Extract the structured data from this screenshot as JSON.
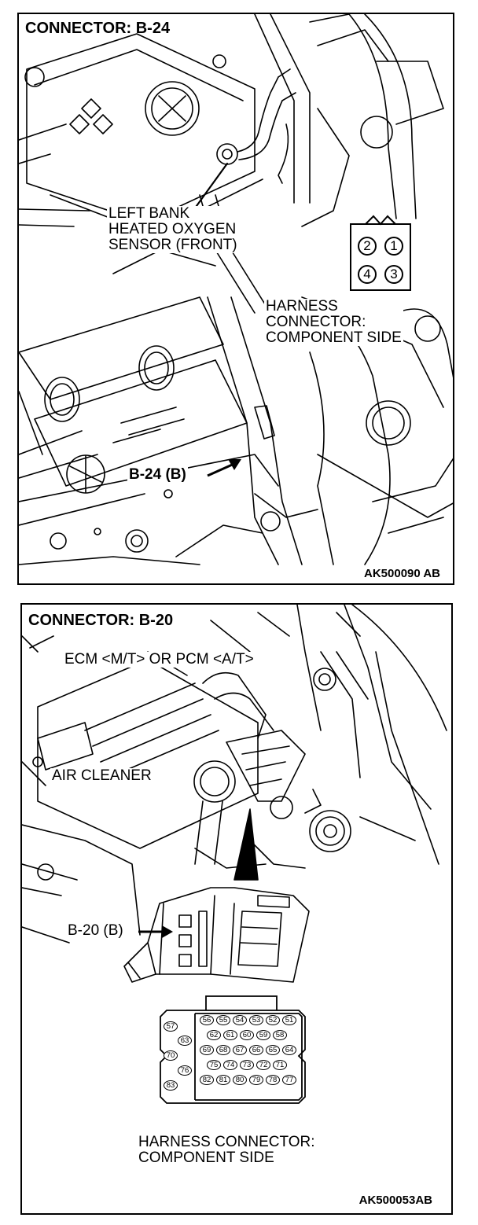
{
  "panel1": {
    "title": "CONNECTOR: B-24",
    "sensor_label": [
      "LEFT BANK",
      "HEATED OXYGEN",
      "SENSOR (FRONT)"
    ],
    "harness_label": [
      "HARNESS",
      "CONNECTOR:",
      "COMPONENT SIDE"
    ],
    "pins": [
      "2",
      "1",
      "4",
      "3"
    ],
    "callout": "B-24 (B)",
    "code": "AK500090 AB"
  },
  "panel2": {
    "title": "CONNECTOR: B-20",
    "ecm_label": "ECM <M/T> OR PCM <A/T>",
    "air_cleaner_label": "AIR CLEANER",
    "callout": "B-20 (B)",
    "left_pins": [
      "57",
      "63",
      "70",
      "76",
      "83"
    ],
    "pin_rows": [
      [
        "56",
        "55",
        "54",
        "53",
        "52",
        "51"
      ],
      [
        "62",
        "61",
        "60",
        "59",
        "58"
      ],
      [
        "69",
        "68",
        "67",
        "66",
        "65",
        "64"
      ],
      [
        "75",
        "74",
        "73",
        "72",
        "71"
      ],
      [
        "82",
        "81",
        "80",
        "79",
        "78",
        "77"
      ]
    ],
    "harness_label": [
      "HARNESS CONNECTOR:",
      "COMPONENT SIDE"
    ],
    "code": "AK500053AB"
  }
}
